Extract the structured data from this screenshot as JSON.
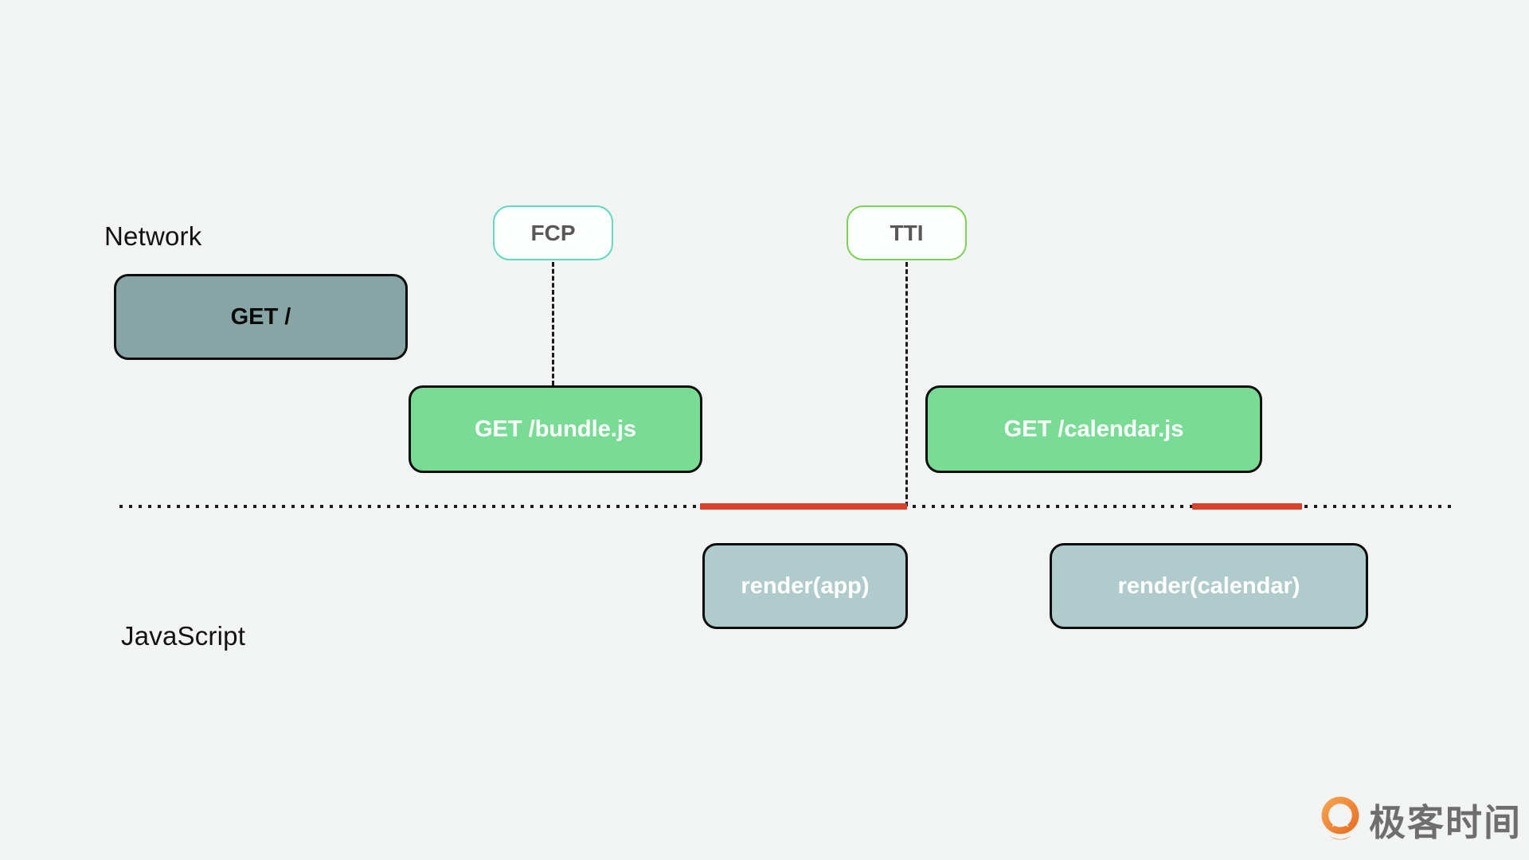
{
  "diagram": {
    "title_implied": "Page load performance timeline",
    "lanes": {
      "network": "Network",
      "javascript": "JavaScript"
    },
    "markers": {
      "fcp": {
        "label": "FCP",
        "border_color": "#5fd9c2"
      },
      "tti": {
        "label": "TTI",
        "border_color": "#79d254"
      }
    },
    "network_requests": {
      "root": {
        "label": "GET /",
        "fill": "#86a5a4"
      },
      "bundle": {
        "label": "GET /bundle.js",
        "fill": "#79dc95"
      },
      "calendar": {
        "label": "GET /calendar.js",
        "fill": "#79dc95"
      }
    },
    "js_tasks": {
      "app": {
        "label": "render(app)",
        "fill": "#b0cbcb"
      },
      "calendar": {
        "label": "render(calendar)",
        "fill": "#b0cbcb"
      }
    },
    "main_thread": {
      "long_task_color": "#d9412b",
      "dotted_color": "#1c1c1c"
    },
    "colors": {
      "background": "#f2f4f3",
      "box_border": "#0d0d0d"
    }
  },
  "logo": {
    "text": "极客时间",
    "accent": "#ee7524"
  }
}
